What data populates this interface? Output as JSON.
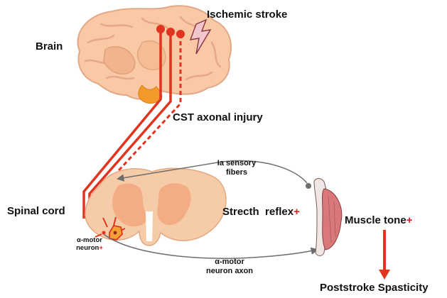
{
  "labels": {
    "brain": "Brain",
    "ischemic_stroke": "Ischemic stroke",
    "cst_injury": "CST axonal injury",
    "spinal_cord": "Spinal cord",
    "ia_fibers_line1": "Ia sensory",
    "ia_fibers_line2": "fibers",
    "stretch": "Strecth",
    "reflex": "reflex",
    "muscle_tone": "Muscle tone",
    "motor_axon_line1": "α-motor",
    "motor_axon_line2": "neuron axon",
    "motor_neuron_line1": "α-motor",
    "motor_neuron_line2": "neuron",
    "increase_sign": "+",
    "outcome": "Poststroke Spasticity"
  },
  "colors": {
    "tract_red": "#e0341f",
    "brain_fill": "#f8c9a4",
    "brain_outline": "#e2a888",
    "spinal_fill": "#f6cba8",
    "gray_matter": "#f3ad84",
    "muscle": "#d9787a",
    "lesion": "#f1c6cc",
    "brainstem_orange": "#f39a2a",
    "arrow_gray": "#6d6d6d"
  },
  "icons": [
    "lightning-bolt-icon",
    "neuron-icon",
    "muscle-icon"
  ]
}
